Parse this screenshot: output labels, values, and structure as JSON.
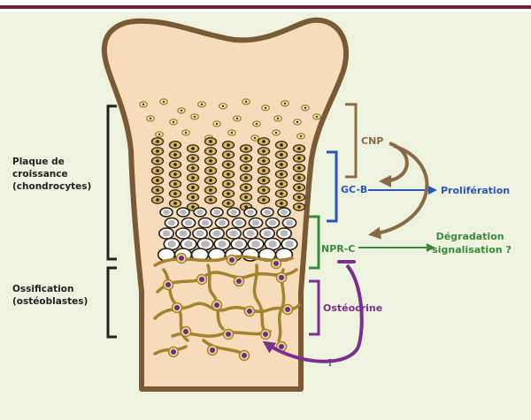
{
  "colors": {
    "top_rule": "#7a1e2e",
    "panel_bg": "#edf3de",
    "bone_fill": "#f7dcbc",
    "bone_outline": "#7a5a34",
    "cnp": "#8a6a45",
    "gcb": "#2b55b8",
    "nprc": "#3a8a3a",
    "osteocrine": "#7b2f8f",
    "bracket_black": "#222222"
  },
  "labels": {
    "growth_plate": [
      "Plaque de",
      "croissance",
      "(chondrocytes)"
    ],
    "ossification": [
      "Ossification",
      "(ostéoblastes)"
    ],
    "cnp": "CNP",
    "gcb": "GC-B",
    "proliferation": "Prolifération",
    "nprc": "NPR-C",
    "degradation": [
      "Dégradation",
      "signalisation ?"
    ],
    "osteocrine": "Ostéocrine",
    "question": "?"
  },
  "icons": [
    "bone-diagram",
    "chondrocyte-cells",
    "osteoblast-cells",
    "arrow-icons",
    "inhibition-bar-icon"
  ]
}
